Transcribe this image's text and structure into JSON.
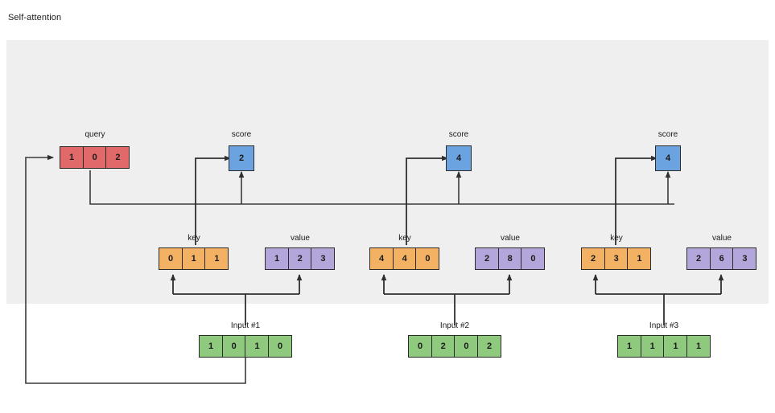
{
  "diagram": {
    "title": "Self-attention",
    "panel_color": "#efefef",
    "colors": {
      "query": "#e2696a",
      "key": "#f3b263",
      "value": "#b3a6da",
      "score": "#6ba3e0",
      "input": "#8ec97d",
      "wire": "#333333"
    },
    "labels": {
      "query": "query",
      "key": "key",
      "value": "value",
      "score": "score"
    },
    "query": {
      "label": "query",
      "values": [
        "1",
        "0",
        "2"
      ]
    },
    "scores": [
      {
        "label": "score",
        "value": "2"
      },
      {
        "label": "score",
        "value": "4"
      },
      {
        "label": "score",
        "value": "4"
      }
    ],
    "groups": [
      {
        "input_label": "Input #1",
        "input": [
          "1",
          "0",
          "1",
          "0"
        ],
        "key_label": "key",
        "key": [
          "0",
          "1",
          "1"
        ],
        "value_label": "value",
        "value": [
          "1",
          "2",
          "3"
        ]
      },
      {
        "input_label": "Input #2",
        "input": [
          "0",
          "2",
          "0",
          "2"
        ],
        "key_label": "key",
        "key": [
          "4",
          "4",
          "0"
        ],
        "value_label": "value",
        "value": [
          "2",
          "8",
          "0"
        ]
      },
      {
        "input_label": "Input #3",
        "input": [
          "1",
          "1",
          "1",
          "1"
        ],
        "key_label": "key",
        "key": [
          "2",
          "3",
          "1"
        ],
        "value_label": "value",
        "value": [
          "2",
          "6",
          "3"
        ]
      }
    ]
  }
}
